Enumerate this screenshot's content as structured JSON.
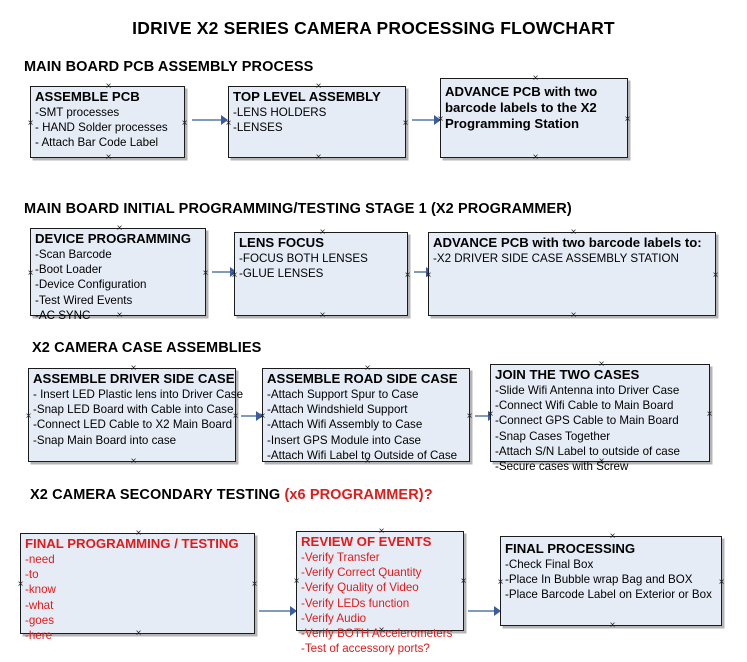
{
  "document": {
    "title": "IDRIVE X2  SERIES CAMERA PROCESSING FLOWCHART",
    "accent_color": "#e01b1b",
    "box_fill": "#e6ecf6",
    "connector_color": "#7f9db9",
    "arrow_color": "#3b5c9e"
  },
  "sections": [
    {
      "id": "main-board-pcb-assembly-process",
      "title": "MAIN BOARD PCB ASSEMBLY PROCESS",
      "title_accent": "",
      "boxes": [
        {
          "id": "assemble-pcb",
          "heading": "ASSEMBLE PCB",
          "lines": [
            "-SMT processes",
            "- HAND Solder processes",
            "- Attach Bar Code Label"
          ],
          "color": "black"
        },
        {
          "id": "top-level-assembly",
          "heading": "TOP LEVEL ASSEMBLY",
          "lines": [
            "-LENS HOLDERS",
            "-LENSES"
          ],
          "color": "black"
        },
        {
          "id": "advance-pcb-to-x2-programming-station",
          "heading": "ADVANCE PCB with two barcode labels to the  X2 Programming Station",
          "lines": [],
          "color": "black"
        }
      ]
    },
    {
      "id": "main-board-initial-programming",
      "title": "MAIN BOARD INITIAL PROGRAMMING/TESTING STAGE 1 (X2 PROGRAMMER)",
      "title_accent": "",
      "boxes": [
        {
          "id": "device-programming",
          "heading": "DEVICE PROGRAMMING",
          "lines": [
            "-Scan Barcode",
            "-Boot Loader",
            "-Device Configuration",
            "-Test Wired Events",
            "-AC SYNC"
          ],
          "color": "black"
        },
        {
          "id": "lens-focus",
          "heading": "LENS FOCUS",
          "lines": [
            "-FOCUS BOTH LENSES",
            "-GLUE LENSES"
          ],
          "color": "black"
        },
        {
          "id": "advance-pcb-to-driver-side-case-assembly",
          "heading": "ADVANCE PCB with two barcode labels to:",
          "lines": [
            "-X2 DRIVER  SIDE  CASE  ASSEMBLY STATION"
          ],
          "color": "black"
        }
      ]
    },
    {
      "id": "x2-camera-case-assemblies",
      "title": "X2 CAMERA CASE ASSEMBLIES",
      "title_accent": "",
      "boxes": [
        {
          "id": "assemble-driver-side-case",
          "heading": "ASSEMBLE DRIVER SIDE CASE",
          "lines": [
            "- Insert LED Plastic lens into Driver Case",
            "-Snap LED Board with Cable into Case",
            "-Connect LED Cable to X2 Main Board",
            "-Snap Main Board into case"
          ],
          "color": "black"
        },
        {
          "id": "assemble-road-side-case",
          "heading": "ASSEMBLE ROAD SIDE CASE",
          "lines": [
            "-Attach Support Spur to Case",
            "-Attach Windshield Support",
            "-Attach Wifi Assembly to Case",
            "-Insert GPS Module into Case",
            "-Attach Wifi Label to Outside of Case"
          ],
          "color": "black"
        },
        {
          "id": "join-the-two-cases",
          "heading": "JOIN THE TWO CASES",
          "lines": [
            "-Slide Wifi Antenna into Driver Case",
            "-Connect Wifi Cable to Main Board",
            "-Connect GPS Cable to Main Board",
            "-Snap Cases Together",
            "-Attach S/N Label to outside of case",
            "-Secure cases with Screw"
          ],
          "color": "black"
        }
      ]
    },
    {
      "id": "x2-camera-secondary-testing",
      "title": "X2 CAMERA SECONDARY TESTING ",
      "title_accent": "(x6 PROGRAMMER)?",
      "boxes": [
        {
          "id": "final-programming-testing",
          "heading": "FINAL PROGRAMMING / TESTING",
          "lines": [
            "-need",
            "-to",
            "-know",
            "-what",
            "-goes",
            "-here"
          ],
          "color": "red"
        },
        {
          "id": "review-of-events",
          "heading": "REVIEW OF EVENTS",
          "lines": [
            "-Verify Transfer",
            "-Verify Correct Quantity",
            "-Verify Quality of Video",
            "-Verify LEDs function",
            "-Verify Audio",
            "-Verify BOTH Accelerometers",
            "-Test of accessory ports?"
          ],
          "color": "red"
        },
        {
          "id": "final-processing",
          "heading": "FINAL PROCESSING",
          "lines": [
            " -Check Final Box",
            "-Place In Bubble wrap Bag and BOX",
            "-Place Barcode Label on Exterior or Box"
          ],
          "color": "black"
        }
      ]
    }
  ]
}
